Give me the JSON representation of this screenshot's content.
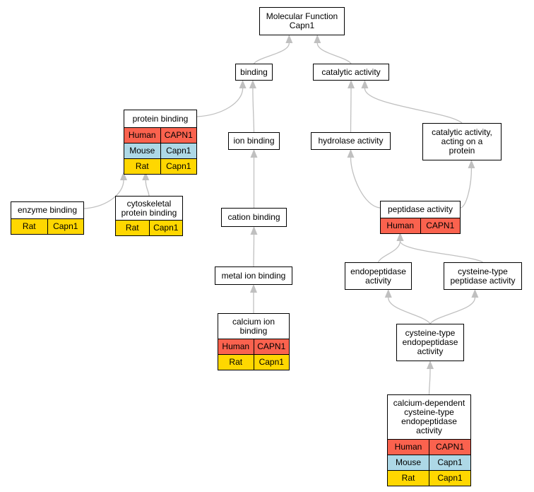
{
  "species_colors": {
    "Human": "#fa624e",
    "Mouse": "#add8e6",
    "Rat": "#ffd700"
  },
  "nodes": [
    {
      "id": "molecular_function",
      "label": "Molecular Function\nCapn1",
      "rows": []
    },
    {
      "id": "binding",
      "label": "binding",
      "rows": []
    },
    {
      "id": "catalytic_activity",
      "label": "catalytic activity",
      "rows": []
    },
    {
      "id": "protein_binding",
      "label": "protein binding",
      "rows": [
        {
          "species": "Human",
          "gene": "CAPN1"
        },
        {
          "species": "Mouse",
          "gene": "Capn1"
        },
        {
          "species": "Rat",
          "gene": "Capn1"
        }
      ]
    },
    {
      "id": "ion_binding",
      "label": "ion binding",
      "rows": []
    },
    {
      "id": "hydrolase_activity",
      "label": "hydrolase activity",
      "rows": []
    },
    {
      "id": "catalytic_activity_on_protein",
      "label": "catalytic activity,\nacting on a\nprotein",
      "rows": []
    },
    {
      "id": "enzyme_binding",
      "label": "enzyme binding",
      "rows": [
        {
          "species": "Rat",
          "gene": "Capn1"
        }
      ]
    },
    {
      "id": "cytoskeletal_protein_binding",
      "label": "cytoskeletal\nprotein binding",
      "rows": [
        {
          "species": "Rat",
          "gene": "Capn1"
        }
      ]
    },
    {
      "id": "cation_binding",
      "label": "cation binding",
      "rows": []
    },
    {
      "id": "peptidase_activity",
      "label": "peptidase activity",
      "rows": [
        {
          "species": "Human",
          "gene": "CAPN1"
        }
      ]
    },
    {
      "id": "metal_ion_binding",
      "label": "metal ion binding",
      "rows": []
    },
    {
      "id": "endopeptidase_activity",
      "label": "endopeptidase\nactivity",
      "rows": []
    },
    {
      "id": "cysteine_type_peptidase_activity",
      "label": "cysteine-type\npeptidase activity",
      "rows": []
    },
    {
      "id": "calcium_ion_binding",
      "label": "calcium ion\nbinding",
      "rows": [
        {
          "species": "Human",
          "gene": "CAPN1"
        },
        {
          "species": "Rat",
          "gene": "Capn1"
        }
      ]
    },
    {
      "id": "cysteine_type_endopeptidase_activity",
      "label": "cysteine-type\nendopeptidase\nactivity",
      "rows": []
    },
    {
      "id": "calcium_dependent_cysteine_type_endopeptidase_activity",
      "label": "calcium-dependent\ncysteine-type\nendopeptidase\nactivity",
      "rows": [
        {
          "species": "Human",
          "gene": "CAPN1"
        },
        {
          "species": "Mouse",
          "gene": "Capn1"
        },
        {
          "species": "Rat",
          "gene": "Capn1"
        }
      ]
    }
  ],
  "edges": [
    {
      "from": "binding",
      "to": "molecular_function"
    },
    {
      "from": "catalytic_activity",
      "to": "molecular_function"
    },
    {
      "from": "protein_binding",
      "to": "binding"
    },
    {
      "from": "ion_binding",
      "to": "binding"
    },
    {
      "from": "hydrolase_activity",
      "to": "catalytic_activity"
    },
    {
      "from": "catalytic_activity_on_protein",
      "to": "catalytic_activity"
    },
    {
      "from": "enzyme_binding",
      "to": "protein_binding"
    },
    {
      "from": "cytoskeletal_protein_binding",
      "to": "protein_binding"
    },
    {
      "from": "cation_binding",
      "to": "ion_binding"
    },
    {
      "from": "metal_ion_binding",
      "to": "cation_binding"
    },
    {
      "from": "calcium_ion_binding",
      "to": "metal_ion_binding"
    },
    {
      "from": "peptidase_activity",
      "to": "hydrolase_activity"
    },
    {
      "from": "peptidase_activity",
      "to": "catalytic_activity_on_protein"
    },
    {
      "from": "endopeptidase_activity",
      "to": "peptidase_activity"
    },
    {
      "from": "cysteine_type_peptidase_activity",
      "to": "peptidase_activity"
    },
    {
      "from": "cysteine_type_endopeptidase_activity",
      "to": "endopeptidase_activity"
    },
    {
      "from": "cysteine_type_endopeptidase_activity",
      "to": "cysteine_type_peptidase_activity"
    },
    {
      "from": "calcium_dependent_cysteine_type_endopeptidase_activity",
      "to": "cysteine_type_endopeptidase_activity"
    }
  ]
}
